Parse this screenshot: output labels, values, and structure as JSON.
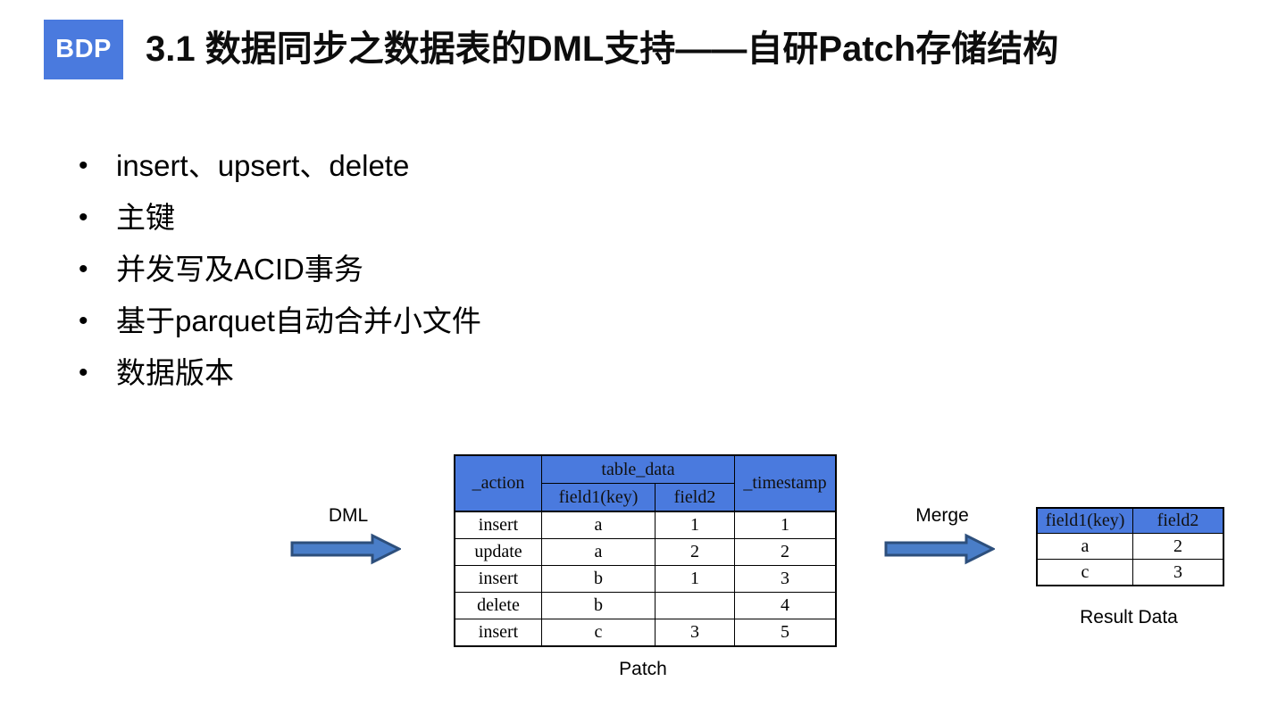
{
  "slide": {
    "logo_text": "BDP",
    "logo_color": "#4a7ade",
    "title": "3.1 数据同步之数据表的DML支持——自研Patch存储结构"
  },
  "bullets": [
    {
      "marker": "•",
      "text": "insert、upsert、delete"
    },
    {
      "marker": "•",
      "text": "主键"
    },
    {
      "marker": "•",
      "text": "并发写及ACID事务"
    },
    {
      "marker": "•",
      "text": "基于parquet自动合并小文件"
    },
    {
      "marker": "•",
      "text": "数据版本"
    }
  ],
  "diagram": {
    "arrow_fill": "#4a7ec8",
    "arrow_stroke": "#2d4f7c",
    "header_fill": "#4a7ade",
    "dml_arrow": {
      "label": "DML",
      "icon": "right-block-arrow-icon"
    },
    "merge_arrow": {
      "label": "Merge",
      "icon": "right-block-arrow-icon"
    },
    "patch_table": {
      "caption": "Patch",
      "headers": {
        "action": "_action",
        "table_data": "table_data",
        "field1": "field1(key)",
        "field2": "field2",
        "timestamp": "_timestamp"
      },
      "rows": [
        {
          "action": "insert",
          "field1": "a",
          "field2": "1",
          "timestamp": "1"
        },
        {
          "action": "update",
          "field1": "a",
          "field2": "2",
          "timestamp": "2"
        },
        {
          "action": "insert",
          "field1": "b",
          "field2": "1",
          "timestamp": "3"
        },
        {
          "action": "delete",
          "field1": "b",
          "field2": "",
          "timestamp": "4"
        },
        {
          "action": "insert",
          "field1": "c",
          "field2": "3",
          "timestamp": "5"
        }
      ]
    },
    "result_table": {
      "caption": "Result Data",
      "headers": {
        "field1": "field1(key)",
        "field2": "field2"
      },
      "rows": [
        {
          "field1": "a",
          "field2": "2"
        },
        {
          "field1": "c",
          "field2": "3"
        }
      ]
    }
  }
}
